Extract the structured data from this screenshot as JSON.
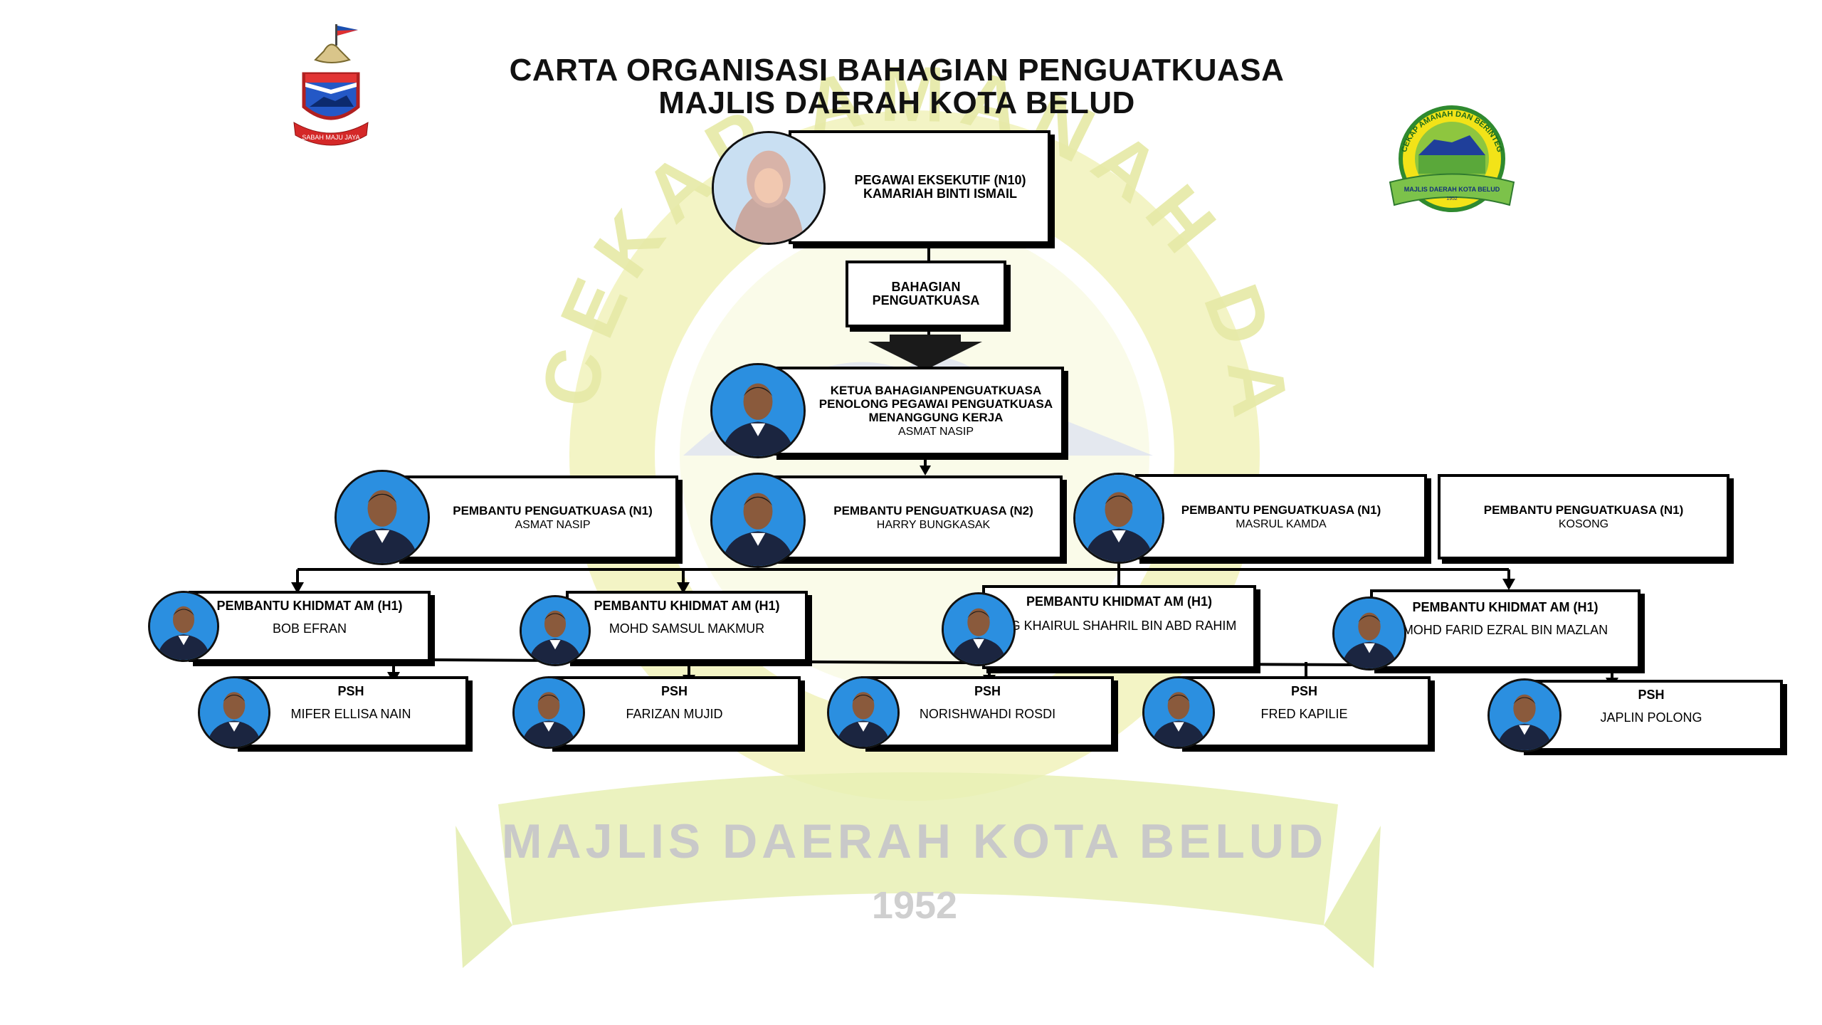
{
  "title_line1": "CARTA ORGANISASI BAHAGIAN PENGUATKUASA",
  "title_line2": "MAJLIS DAERAH KOTA BELUD",
  "logo_left": {
    "motto": "SABAH MAJU JAYA"
  },
  "logo_right": {
    "ring_text": "CEKAP AMANAH DAN BERINTEGRITI",
    "banner_text": "MAJLIS DAERAH KOTA BELUD",
    "year": "1952"
  },
  "watermark": {
    "ring_text": "CEKAP AMANAH DAN BERINTEGRITI",
    "banner_text": "MAJLIS DAERAH KOTA BELUD",
    "year": "1952"
  },
  "head": {
    "role": "PEGAWAI EKSEKUTIF (N10)",
    "name": "KAMARIAH BINTI ISMAIL"
  },
  "division": {
    "line1": "BAHAGIAN",
    "line2": "PENGUATKUASA"
  },
  "chief": {
    "line1": "KETUA BAHAGIANPENGUATKUASA",
    "line2": "PENOLONG PEGAWAI PENGUATKUASA",
    "line3": "MENANGGUNG KERJA",
    "name": "ASMAT NASIP"
  },
  "assistants": [
    {
      "role": "PEMBANTU PENGUATKUASA (N1)",
      "name": "ASMAT NASIP"
    },
    {
      "role": "PEMBANTU PENGUATKUASA (N2)",
      "name": "HARRY BUNGKASAK"
    },
    {
      "role": "PEMBANTU PENGUATKUASA (N1)",
      "name": "MASRUL KAMDA"
    },
    {
      "role": "PEMBANTU PENGUATKUASA (N1)",
      "name": "KOSONG"
    }
  ],
  "general": [
    {
      "role": "PEMBANTU KHIDMAT AM (H1)",
      "name": "BOB EFRAN"
    },
    {
      "role": "PEMBANTU KHIDMAT AM (H1)",
      "name": "MOHD SAMSUL MAKMUR"
    },
    {
      "role": "PEMBANTU KHIDMAT AM (H1)",
      "name": "AG KHAIRUL SHAHRIL BIN ABD RAHIM"
    },
    {
      "role": "PEMBANTU KHIDMAT AM (H1)",
      "name": "MOHD FARID EZRAL BIN MAZLAN"
    }
  ],
  "psh": [
    {
      "role": "PSH",
      "name": "MIFER ELLISA NAIN"
    },
    {
      "role": "PSH",
      "name": "FARIZAN MUJID"
    },
    {
      "role": "PSH",
      "name": "NORISHWAHDI ROSDI"
    },
    {
      "role": "PSH",
      "name": "FRED KAPILIE"
    },
    {
      "role": "PSH",
      "name": "JAPLIN POLONG"
    }
  ],
  "colors": {
    "photo_background": "#2b8fe0",
    "uniform": "#1b2540",
    "watermark_green": "#e9f0b0",
    "watermark_yellow": "#f4f3b8",
    "watermark_text": "#c8c8c8",
    "mountain_blue": "#1f3f9a"
  }
}
